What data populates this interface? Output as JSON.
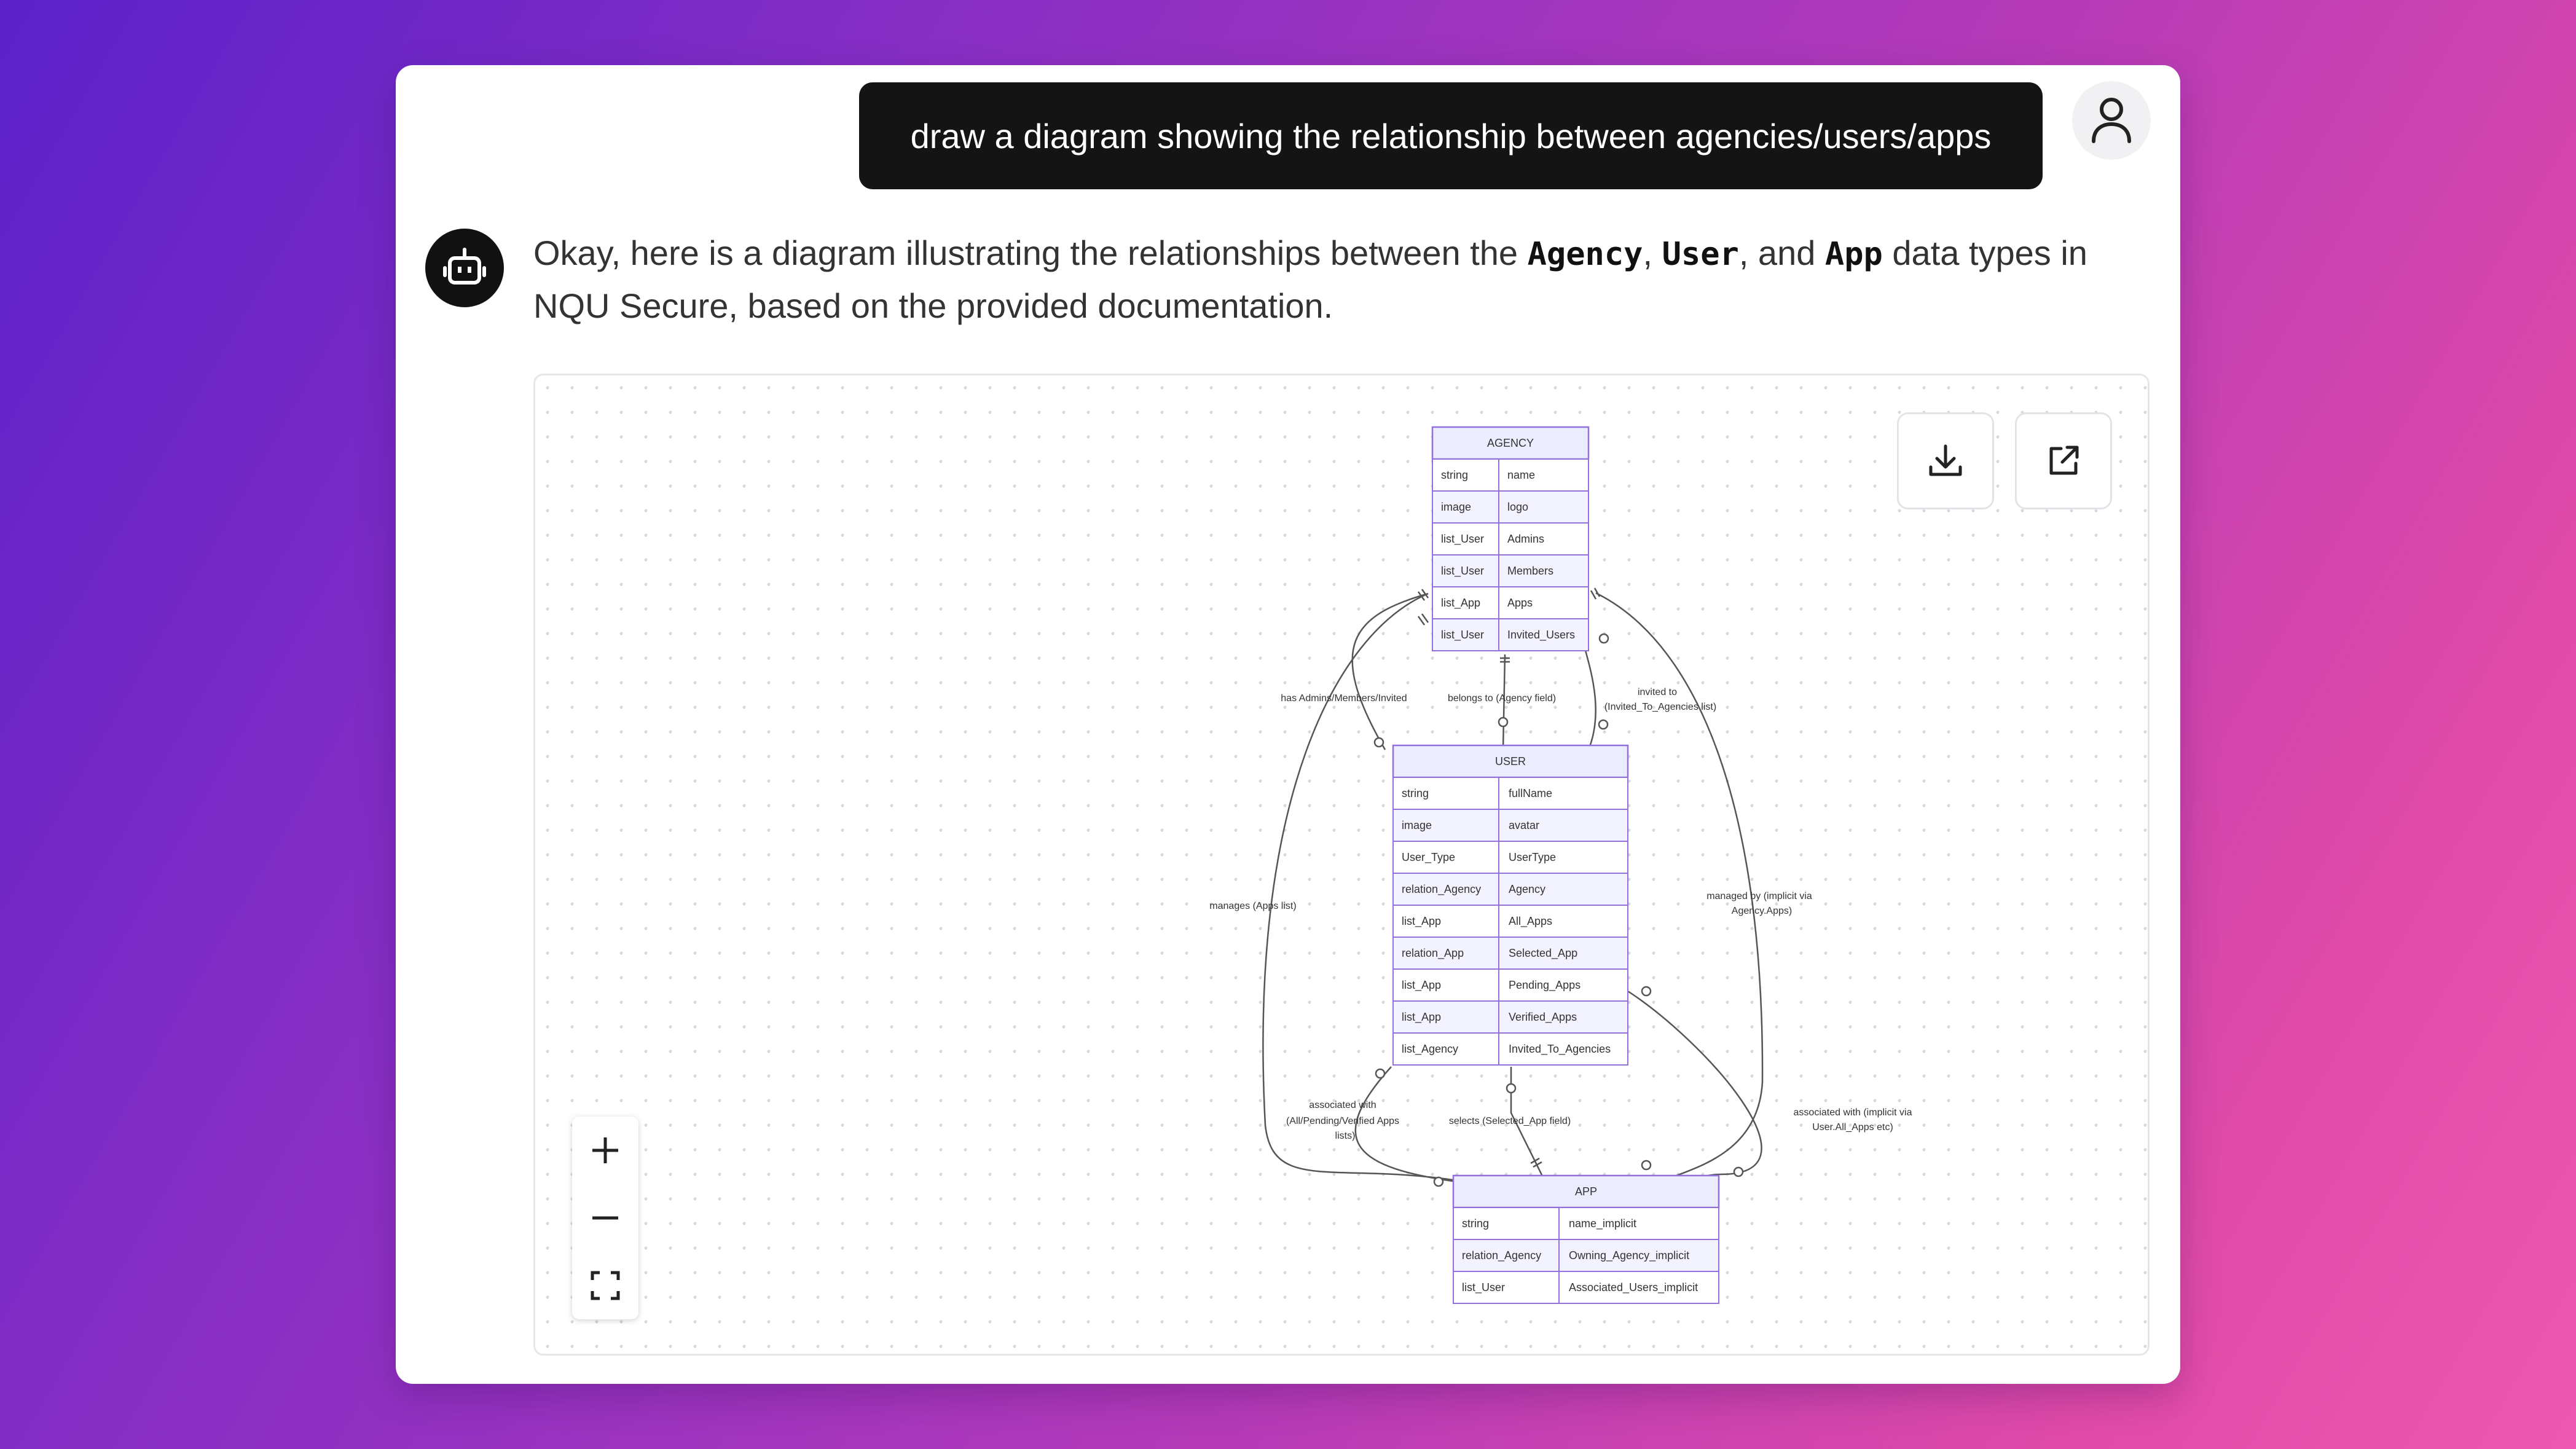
{
  "user_message": "draw a diagram showing the relationship between agencies/users/apps",
  "reply": {
    "intro": "Okay, here is a diagram illustrating the relationships between the ",
    "t1": "Agency",
    "sep1": ", ",
    "t2": "User",
    "sep2": ", and ",
    "t3": "App",
    "outro": " data types in NQU Secure, based on the provided documentation."
  },
  "icons": {
    "user": "user-icon",
    "bot": "robot-icon",
    "download": "download-icon",
    "open": "external-link-icon",
    "zoom_in": "plus-icon",
    "zoom_out": "minus-icon",
    "fit": "fullscreen-icon"
  },
  "colors": {
    "entity_header": "#ececff",
    "entity_border": "#9370db",
    "line": "#555555"
  },
  "diagram": {
    "agency": {
      "title": "AGENCY",
      "rows": [
        {
          "type": "string",
          "name": "name"
        },
        {
          "type": "image",
          "name": "logo"
        },
        {
          "type": "list_User",
          "name": "Admins"
        },
        {
          "type": "list_User",
          "name": "Members"
        },
        {
          "type": "list_App",
          "name": "Apps"
        },
        {
          "type": "list_User",
          "name": "Invited_Users"
        }
      ]
    },
    "user": {
      "title": "USER",
      "rows": [
        {
          "type": "string",
          "name": "fullName"
        },
        {
          "type": "image",
          "name": "avatar"
        },
        {
          "type": "User_Type",
          "name": "UserType"
        },
        {
          "type": "relation_Agency",
          "name": "Agency"
        },
        {
          "type": "list_App",
          "name": "All_Apps"
        },
        {
          "type": "relation_App",
          "name": "Selected_App"
        },
        {
          "type": "list_App",
          "name": "Pending_Apps"
        },
        {
          "type": "list_App",
          "name": "Verified_Apps"
        },
        {
          "type": "list_Agency",
          "name": "Invited_To_Agencies"
        }
      ]
    },
    "app": {
      "title": "APP",
      "rows": [
        {
          "type": "string",
          "name": "name_implicit"
        },
        {
          "type": "relation_Agency",
          "name": "Owning_Agency_implicit"
        },
        {
          "type": "list_User",
          "name": "Associated_Users_implicit"
        }
      ]
    },
    "labels": {
      "has_admins": "has Admins/Members/Invited",
      "belongs_to": "belongs to (Agency field)",
      "invited_to_1": "invited to",
      "invited_to_2": "(Invited_To_Agencies list)",
      "manages": "manages (Apps list)",
      "managed_by_1": "managed by (implicit via",
      "managed_by_2": "Agency.Apps)",
      "assoc_1": "associated with",
      "assoc_2": "(All/Pending/Verified Apps",
      "assoc_3": "lists)",
      "selects": "selects (Selected_App field)",
      "assoc_impl_1": "associated with (implicit via",
      "assoc_impl_2": "User.All_Apps etc)"
    }
  }
}
